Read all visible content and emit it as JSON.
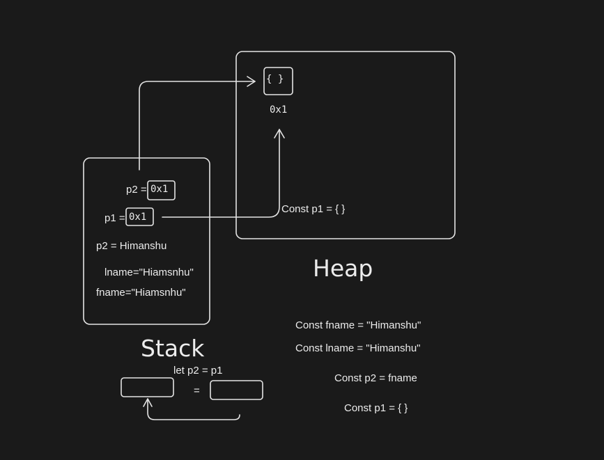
{
  "heap": {
    "object_literal": "{  }",
    "address": "0x1",
    "declaration": "Const p1 = { }",
    "title": "Heap"
  },
  "stack": {
    "title": "Stack",
    "p2_ref_label": "p2 =",
    "p2_ref_value": "0x1",
    "p1_ref_label": "p1 =",
    "p1_ref_value": "0x1",
    "p2_string": "p2 = Himanshu",
    "lname": "lname=\"Hiamsnhu\"",
    "fname": "fname=\"Hiamsnhu\""
  },
  "copy_example": {
    "statement": "let p2 = p1",
    "equals": "="
  },
  "code_lines": [
    "Const fname = \"Himanshu\"",
    "Const lname = \"Himanshu\"",
    "Const p2 = fname",
    "Const p1 = { }"
  ]
}
